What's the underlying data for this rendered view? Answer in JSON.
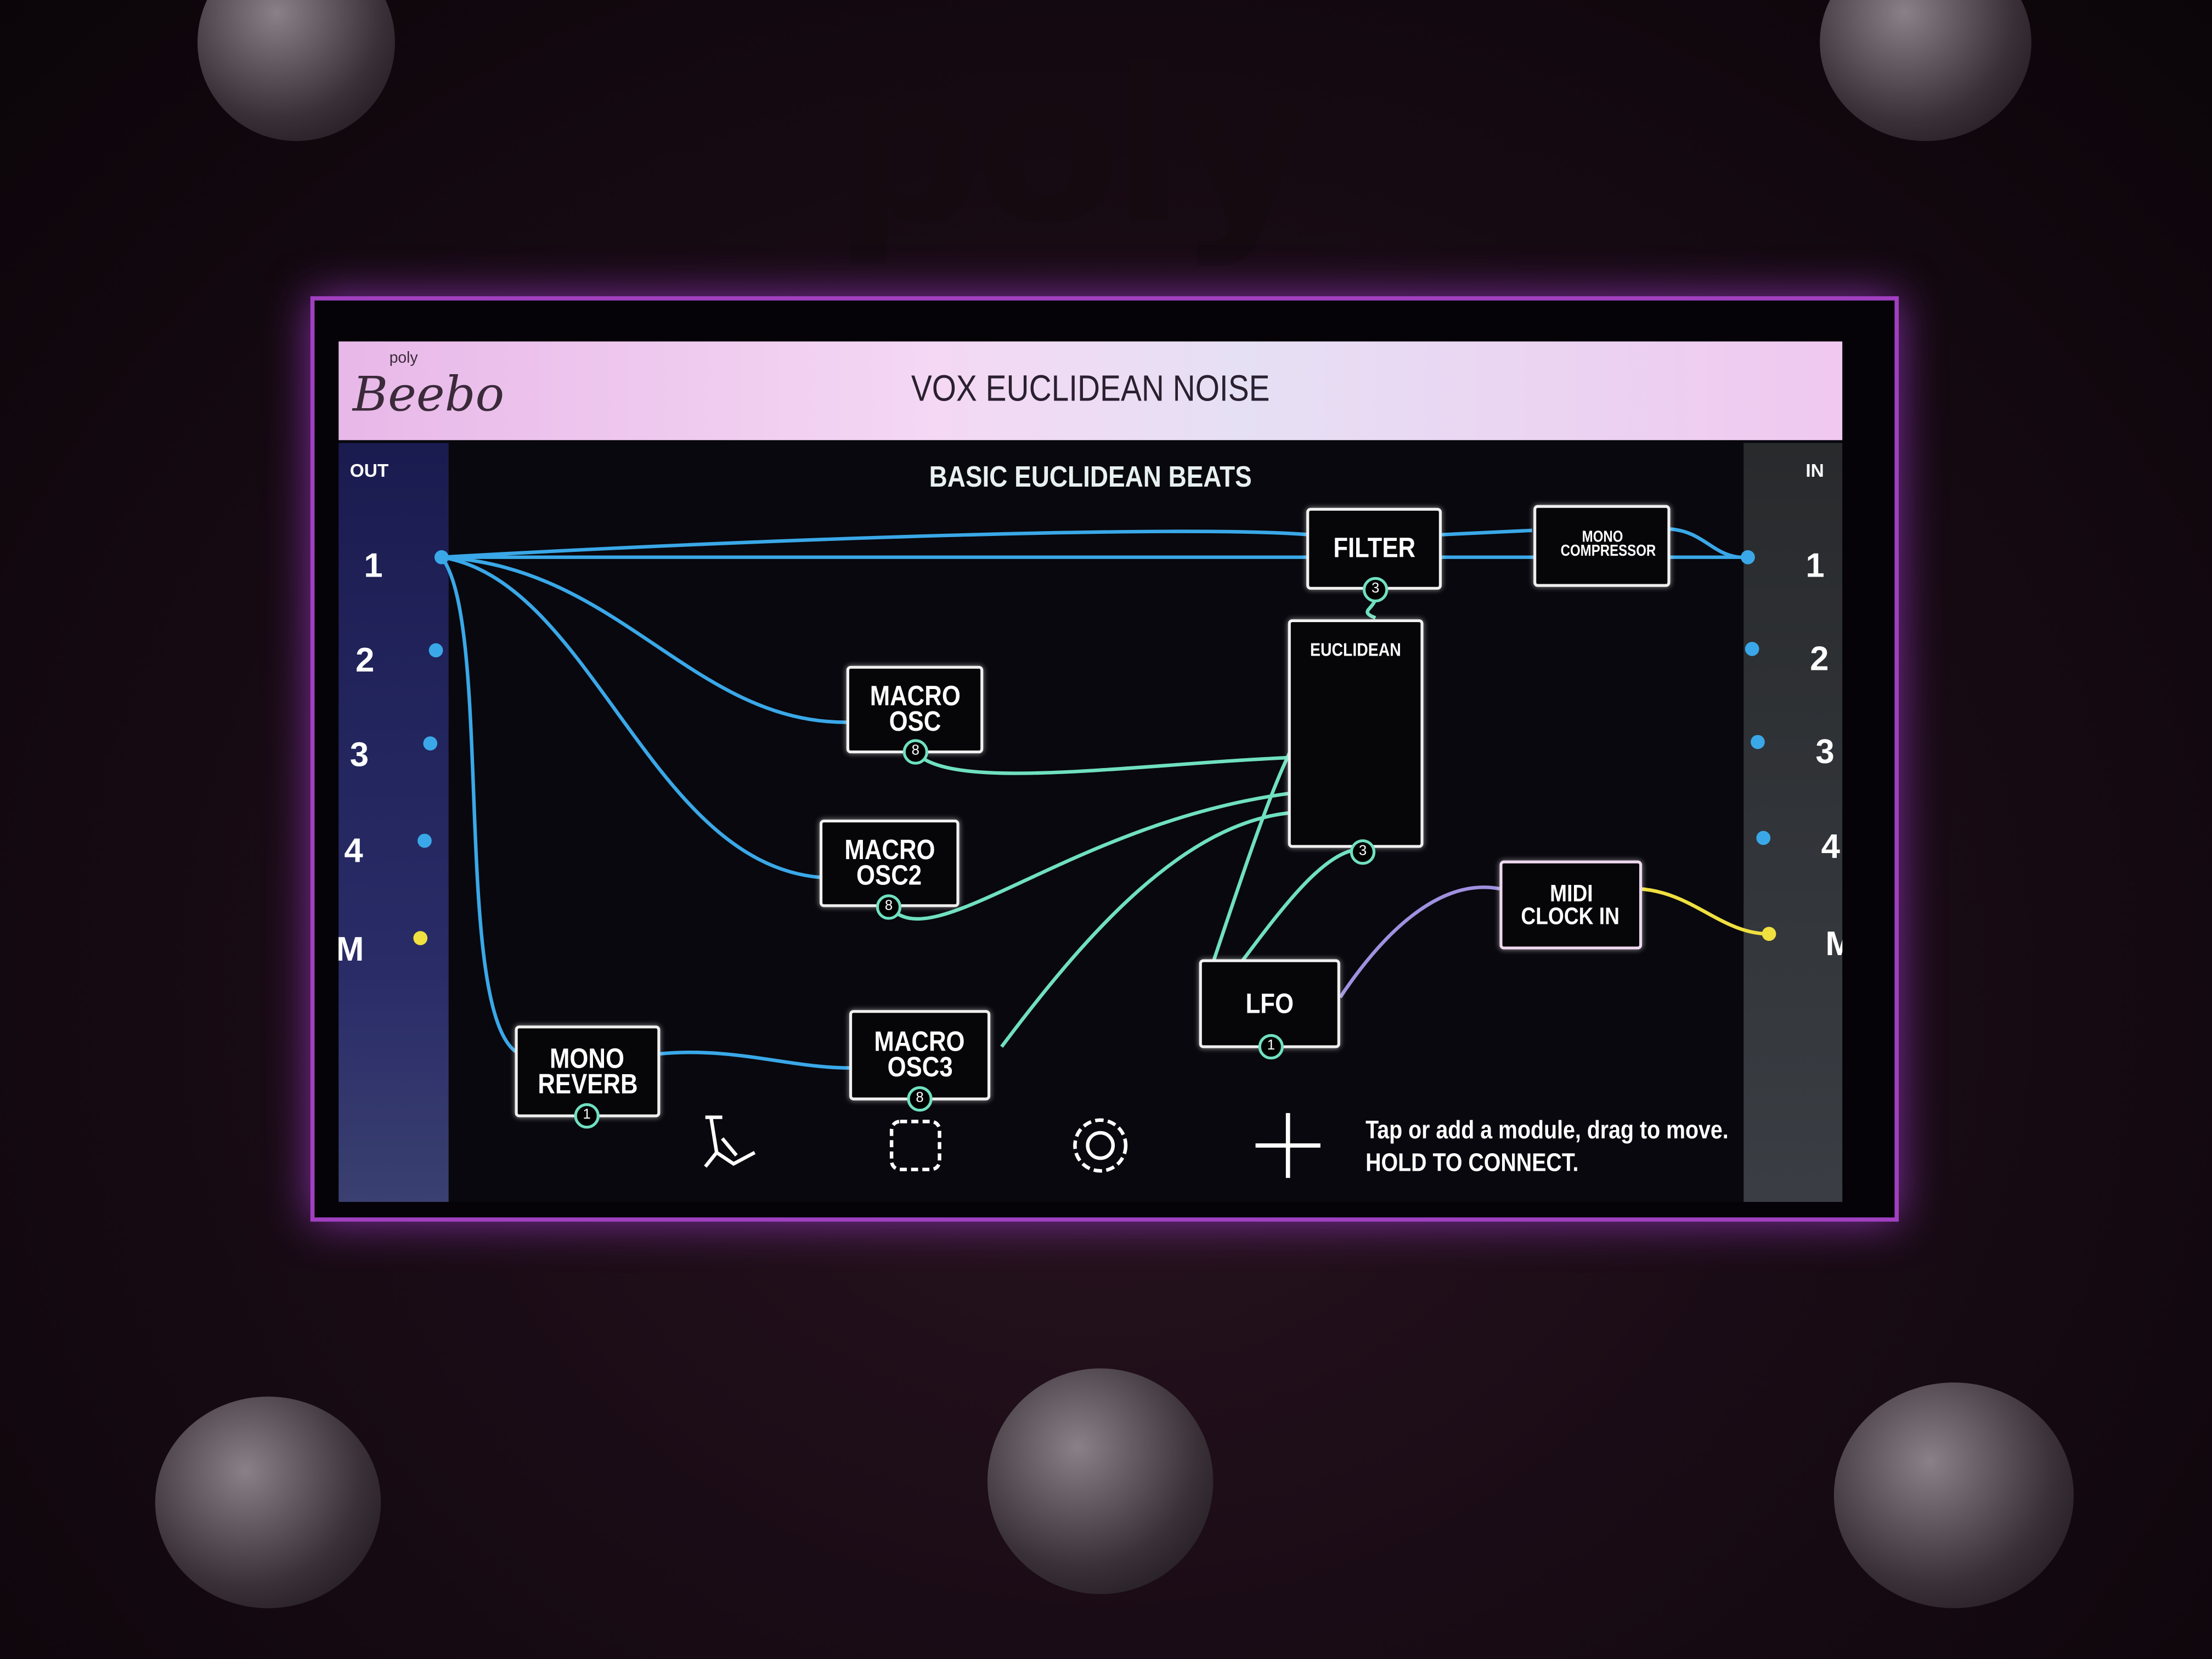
{
  "device": {
    "brand": "poly"
  },
  "header": {
    "logo": "Beebo",
    "logo_small": "poly",
    "title": "VOX EUCLIDEAN NOISE"
  },
  "patch_name": "BASIC EUCLIDEAN BEATS",
  "outputs": {
    "label": "OUT",
    "ports": [
      "1",
      "2",
      "3",
      "4",
      "M"
    ]
  },
  "inputs": {
    "label": "IN",
    "ports": [
      "1",
      "2",
      "3",
      "4",
      "M"
    ]
  },
  "modules": {
    "filter": {
      "label": "FILTER",
      "badge": "3"
    },
    "mono_compressor": {
      "label": "MONO COMPRESSOR"
    },
    "euclidean": {
      "label": "EUCLIDEAN",
      "badge": "3"
    },
    "macro_osc": {
      "label1": "MACRO",
      "label2": "OSC",
      "badge": "8"
    },
    "macro_osc2": {
      "label1": "MACRO",
      "label2": "OSC2",
      "badge": "8"
    },
    "macro_osc3": {
      "label1": "MACRO",
      "label2": "OSC3",
      "badge": "8"
    },
    "mono_reverb": {
      "label1": "MONO",
      "label2": "REVERB",
      "badge": "1"
    },
    "lfo": {
      "label": "LFO",
      "badge": "1"
    },
    "midi_clock_in": {
      "label1": "MIDI",
      "label2": "CLOCK IN"
    }
  },
  "toolbar": {
    "icons": [
      "tuning-fork-icon",
      "chip-icon",
      "gear-icon",
      "plus-icon"
    ]
  },
  "hint": {
    "line1": "Tap or add a module, drag to move.",
    "line2": "HOLD TO CONNECT."
  },
  "colors": {
    "audio": "#3aa8e8",
    "cv": "#70e0c0",
    "midi": "#f0e040",
    "clock": "#a090e0"
  }
}
